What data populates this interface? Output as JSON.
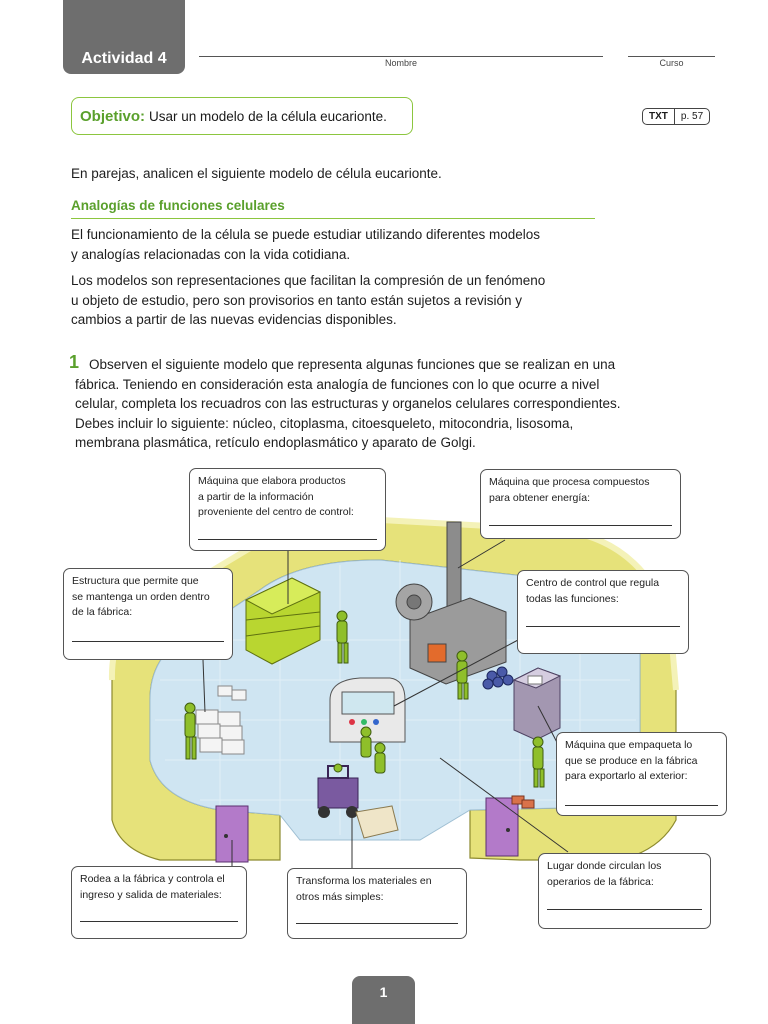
{
  "header": {
    "activity": "Actividad 4",
    "name_caption": "Nombre",
    "course_caption": "Curso"
  },
  "objective": {
    "label": "Objetivo:",
    "text": "Usar un modelo de la célula eucarionte."
  },
  "txt_ref": {
    "label": "TXT",
    "page": "p. 57"
  },
  "intro": "En parejas, analicen el siguiente modelo de célula eucarionte.",
  "section": {
    "title": "Analogías de funciones celulares",
    "p1_lines": [
      "El funcionamiento de la célula se puede estudiar utilizando diferentes modelos",
      "y analogías relacionadas con la vida cotidiana."
    ],
    "p2_lines": [
      "Los modelos son representaciones que facilitan la compresión de un fenómeno",
      "u objeto de estudio, pero son provisorios en tanto están sujetos a revisión y",
      "cambios a partir de las nuevas evidencias disponibles."
    ]
  },
  "question": {
    "number": "1",
    "lines": [
      "Observen el siguiente modelo que representa algunas funciones que se realizan en una",
      "fábrica. Teniendo en consideración esta analogía de funciones con lo que ocurre a nivel",
      "celular, completa los recuadros con las estructuras y organelos celulares correspondientes.",
      "Debes incluir lo siguiente: núcleo, citoplasma, citoesqueleto, mitocondria, lisosoma,",
      "membrana plasmática, retículo endoplasmático y aparato de Golgi."
    ]
  },
  "boxes": {
    "products": [
      "Máquina que elabora productos",
      "a partir de la información",
      "proveniente del centro de control:"
    ],
    "energy": [
      "Máquina que procesa compuestos",
      "para obtener energía:"
    ],
    "structure": [
      "Estructura que permite que",
      "se mantenga un orden dentro",
      "de la fábrica:"
    ],
    "control": [
      "Centro de control que regula",
      "todas las funciones:"
    ],
    "package": [
      "Máquina que empaqueta lo",
      "que se produce en la fábrica",
      "para exportarlo al exterior:"
    ],
    "surround": [
      "Rodea a la fábrica y controla el",
      "ingreso y salida de materiales:"
    ],
    "transform": [
      "Transforma los materiales en",
      "otros más simples:"
    ],
    "circulate": [
      "Lugar donde circulan los",
      "operarios de la fábrica:"
    ]
  },
  "page_number": "1",
  "colors": {
    "accent_green": "#5aa02c",
    "border_green": "#8cc63f",
    "tab_gray": "#6e6e6e",
    "wall_yellow": "#e6e27a",
    "floor_blue": "#cfe5f2"
  }
}
